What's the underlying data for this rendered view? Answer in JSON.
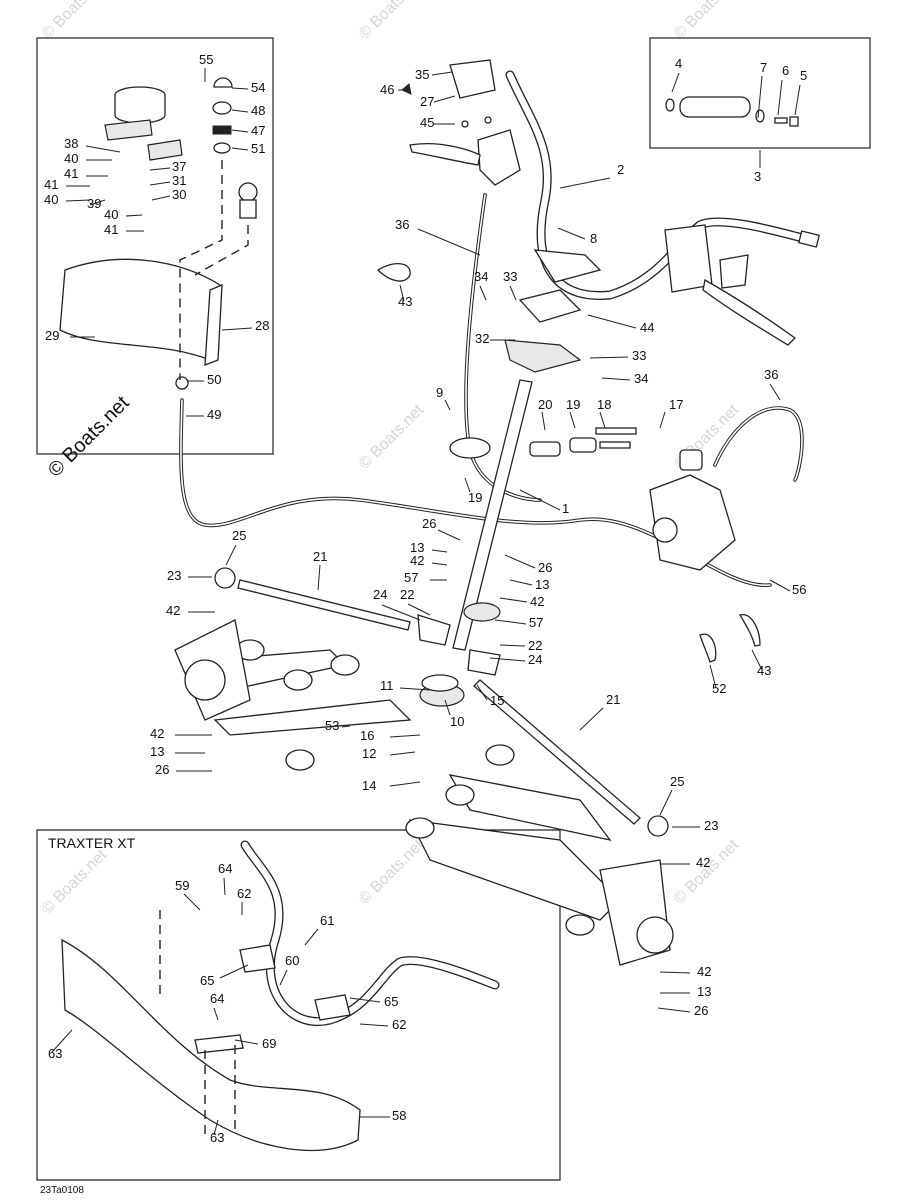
{
  "watermark": {
    "text": "© Boats.net"
  },
  "inset_xt_title": "TRAXTER XT",
  "drawing_code": "23Ta0108",
  "callouts": [
    {
      "n": "1"
    },
    {
      "n": "2"
    },
    {
      "n": "3"
    },
    {
      "n": "4"
    },
    {
      "n": "5"
    },
    {
      "n": "6"
    },
    {
      "n": "7"
    },
    {
      "n": "8"
    },
    {
      "n": "9"
    },
    {
      "n": "10"
    },
    {
      "n": "11"
    },
    {
      "n": "12"
    },
    {
      "n": "13"
    },
    {
      "n": "13"
    },
    {
      "n": "13"
    },
    {
      "n": "13"
    },
    {
      "n": "14"
    },
    {
      "n": "15"
    },
    {
      "n": "16"
    },
    {
      "n": "17"
    },
    {
      "n": "18"
    },
    {
      "n": "19"
    },
    {
      "n": "19"
    },
    {
      "n": "20"
    },
    {
      "n": "21"
    },
    {
      "n": "21"
    },
    {
      "n": "22"
    },
    {
      "n": "22"
    },
    {
      "n": "23"
    },
    {
      "n": "23"
    },
    {
      "n": "24"
    },
    {
      "n": "24"
    },
    {
      "n": "25"
    },
    {
      "n": "25"
    },
    {
      "n": "26"
    },
    {
      "n": "26"
    },
    {
      "n": "26"
    },
    {
      "n": "26"
    },
    {
      "n": "27"
    },
    {
      "n": "28"
    },
    {
      "n": "29"
    },
    {
      "n": "30"
    },
    {
      "n": "31"
    },
    {
      "n": "32"
    },
    {
      "n": "33"
    },
    {
      "n": "33"
    },
    {
      "n": "34"
    },
    {
      "n": "34"
    },
    {
      "n": "35"
    },
    {
      "n": "36"
    },
    {
      "n": "36"
    },
    {
      "n": "37"
    },
    {
      "n": "38"
    },
    {
      "n": "39"
    },
    {
      "n": "40"
    },
    {
      "n": "40"
    },
    {
      "n": "40"
    },
    {
      "n": "41"
    },
    {
      "n": "41"
    },
    {
      "n": "41"
    },
    {
      "n": "42"
    },
    {
      "n": "42"
    },
    {
      "n": "42"
    },
    {
      "n": "42"
    },
    {
      "n": "42"
    },
    {
      "n": "42"
    },
    {
      "n": "43"
    },
    {
      "n": "43"
    },
    {
      "n": "44"
    },
    {
      "n": "45"
    },
    {
      "n": "46"
    },
    {
      "n": "47"
    },
    {
      "n": "48"
    },
    {
      "n": "49"
    },
    {
      "n": "50"
    },
    {
      "n": "51"
    },
    {
      "n": "52"
    },
    {
      "n": "53"
    },
    {
      "n": "54"
    },
    {
      "n": "55"
    },
    {
      "n": "56"
    },
    {
      "n": "57"
    },
    {
      "n": "57"
    },
    {
      "n": "58"
    },
    {
      "n": "59"
    },
    {
      "n": "60"
    },
    {
      "n": "61"
    },
    {
      "n": "62"
    },
    {
      "n": "62"
    },
    {
      "n": "63"
    },
    {
      "n": "63"
    },
    {
      "n": "64"
    },
    {
      "n": "64"
    },
    {
      "n": "65"
    },
    {
      "n": "65"
    },
    {
      "n": "69"
    }
  ],
  "colors": {
    "line": "#222222",
    "background": "#ffffff",
    "watermark": "#d6d6d6"
  }
}
